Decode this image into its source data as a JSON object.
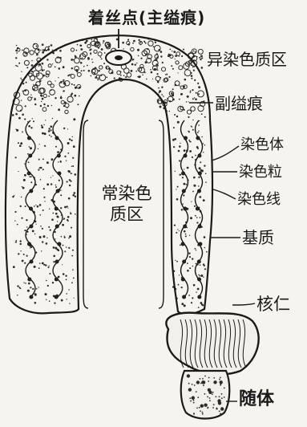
{
  "labels": {
    "centromere": "着丝点(主缢痕)",
    "heterochromatin": "异染色质区",
    "secondary_constriction": "副缢痕",
    "chromonema": "染色体",
    "chromomere": "染色粒",
    "chromosome_thread": "染色线",
    "matrix": "基质",
    "euchromatin_line1": "常染色",
    "euchromatin_line2": "质区",
    "nucleolus": "核仁",
    "satellite": "随体"
  },
  "colors": {
    "ink": "#1a1a1a",
    "paper": "#f6f4ee",
    "stipple": "#2a2a2a"
  }
}
